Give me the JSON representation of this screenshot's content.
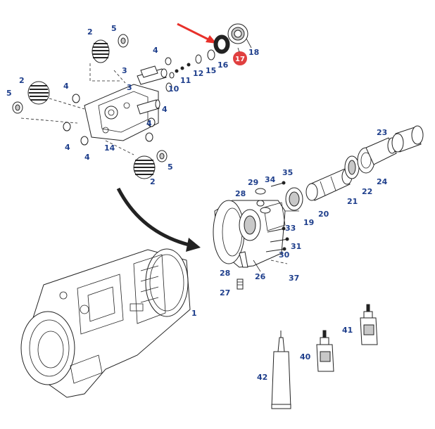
{
  "labels": {
    "l1": "1",
    "l2a": "2",
    "l2b": "2",
    "l2c": "2",
    "l3a": "3",
    "l3b": "3",
    "l4a": "4",
    "l4b": "4",
    "l4c": "4",
    "l4d": "4",
    "l4e": "4",
    "l4f": "4",
    "l5a": "5",
    "l5b": "5",
    "l5c": "5",
    "l10": "10",
    "l11": "11",
    "l12": "12",
    "l14": "14",
    "l15": "15",
    "l16": "16",
    "l17": "17",
    "l18": "18",
    "l19": "19",
    "l20": "20",
    "l21": "21",
    "l22": "22",
    "l23": "23",
    "l24": "24",
    "l26": "26",
    "l27": "27",
    "l28a": "28",
    "l28b": "28",
    "l29": "29",
    "l30": "30",
    "l31": "31",
    "l33": "33",
    "l34": "34",
    "l35": "35",
    "l37": "37",
    "l40": "40",
    "l41": "41",
    "l42": "42"
  },
  "colors": {
    "label": "#1f3f8c",
    "highlight_badge": "#e04040",
    "pointer_arrow": "#e8302a",
    "line": "#222222"
  }
}
